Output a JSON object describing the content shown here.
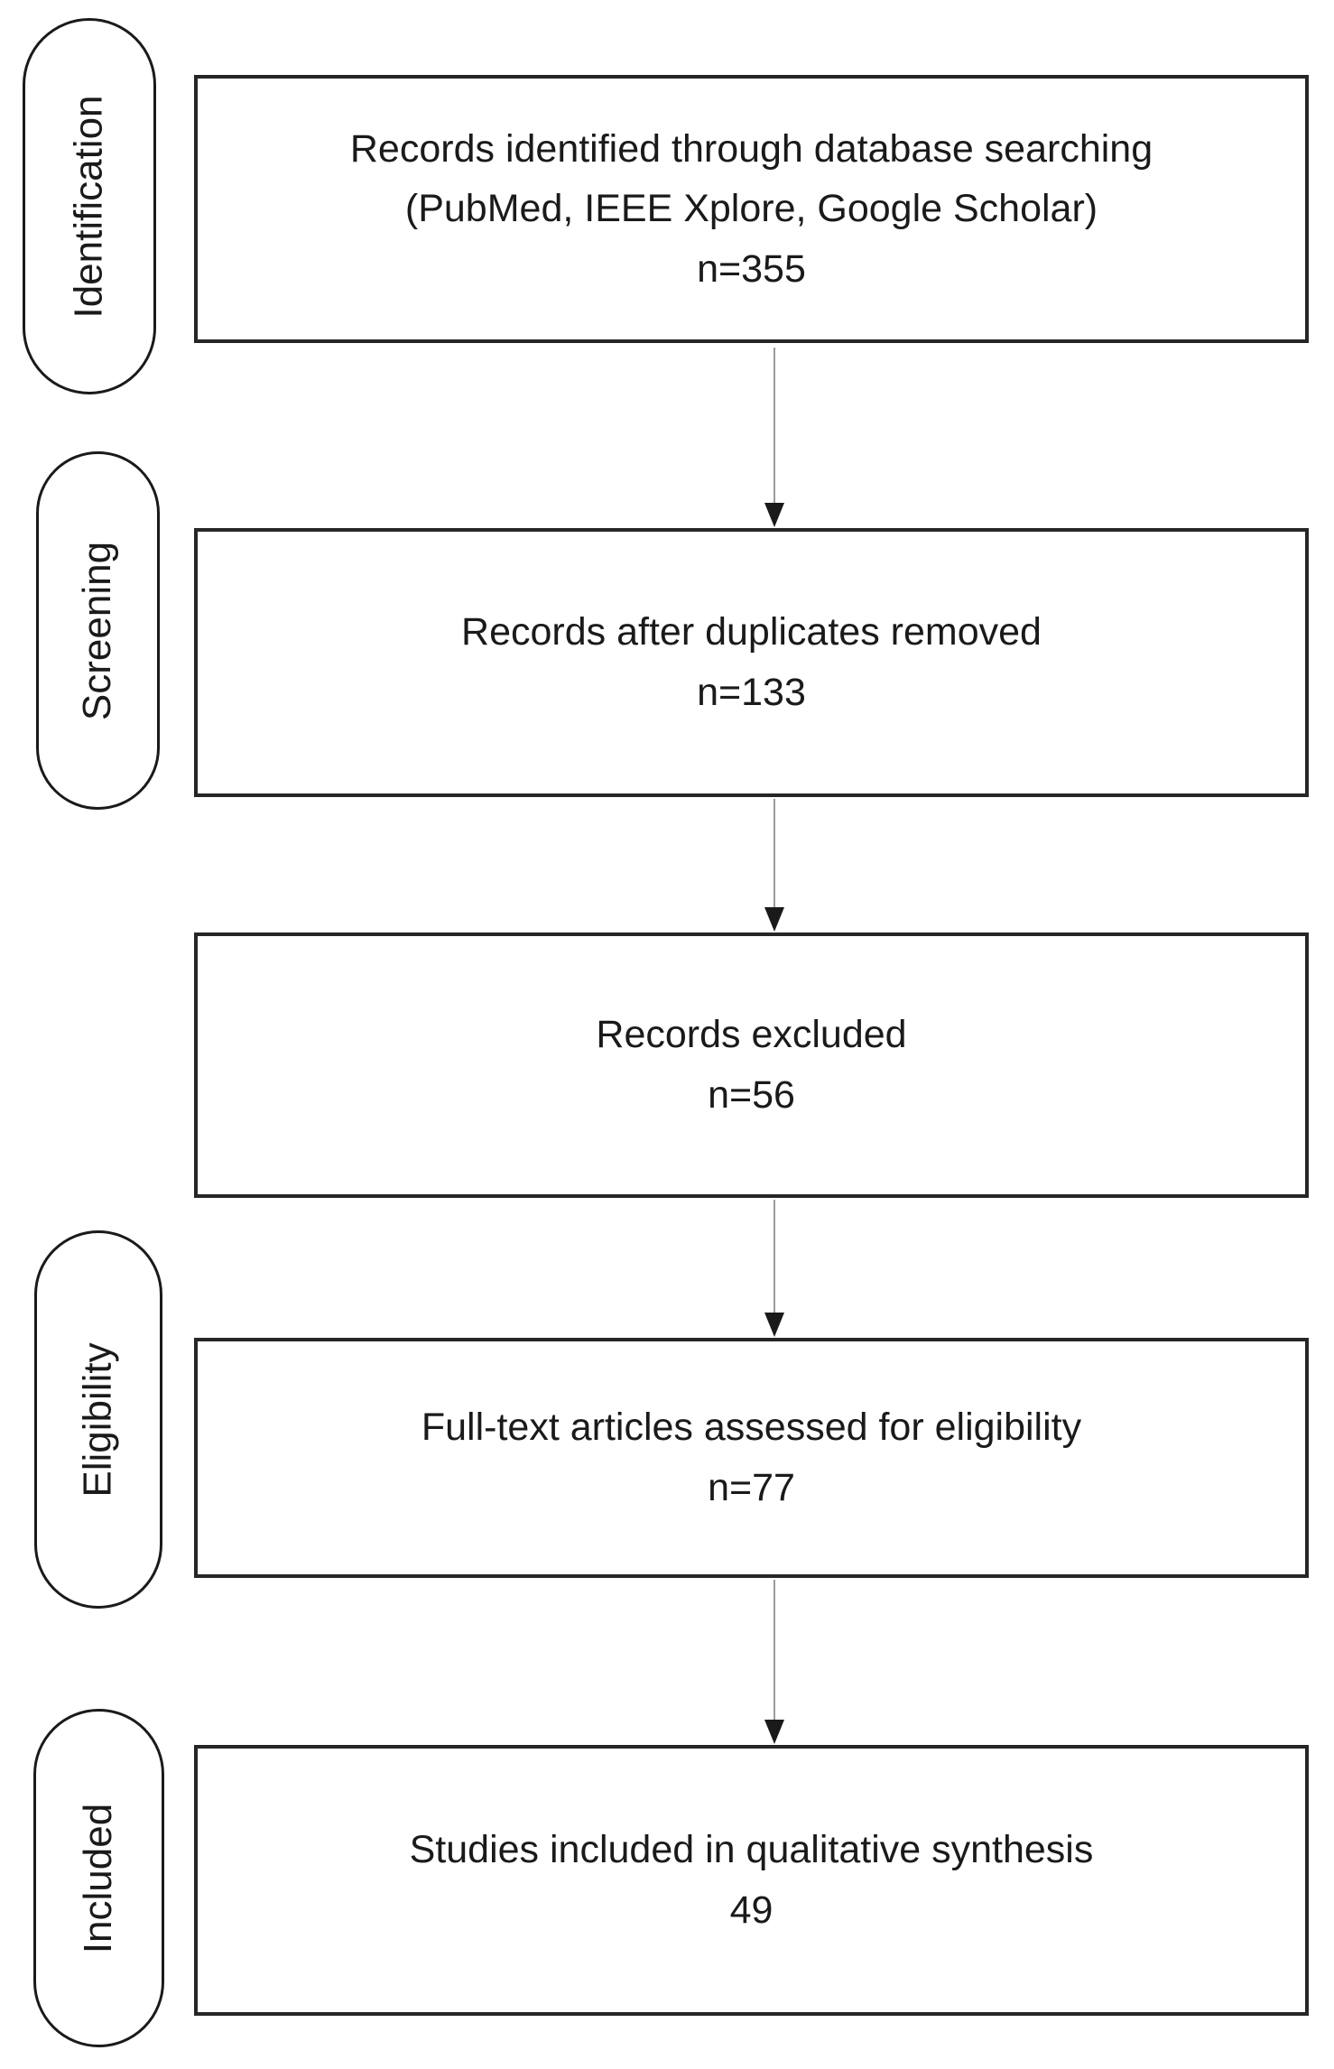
{
  "stages": [
    {
      "label": "Identification"
    },
    {
      "label": "Screening"
    },
    {
      "label": "Eligibility"
    },
    {
      "label": "Included"
    }
  ],
  "boxes": [
    {
      "lines": [
        "Records identified through database searching",
        "(PubMed, IEEE Xplore, Google Scholar)"
      ],
      "count": "n=355"
    },
    {
      "lines": [
        "Records after duplicates removed"
      ],
      "count": "n=133"
    },
    {
      "lines": [
        "Records excluded"
      ],
      "count": "n=56"
    },
    {
      "lines": [
        "Full-text articles assessed for eligibility"
      ],
      "count": "n=77"
    },
    {
      "lines": [
        "Studies included in qualitative synthesis"
      ],
      "count": "49"
    }
  ],
  "colors": {
    "background": "#ffffff",
    "box_border": "#262626",
    "pill_border": "#1a1a1a",
    "text": "#1a1a1a",
    "arrow_line": "#9b9b9b",
    "arrow_head": "#1a1a1a"
  }
}
